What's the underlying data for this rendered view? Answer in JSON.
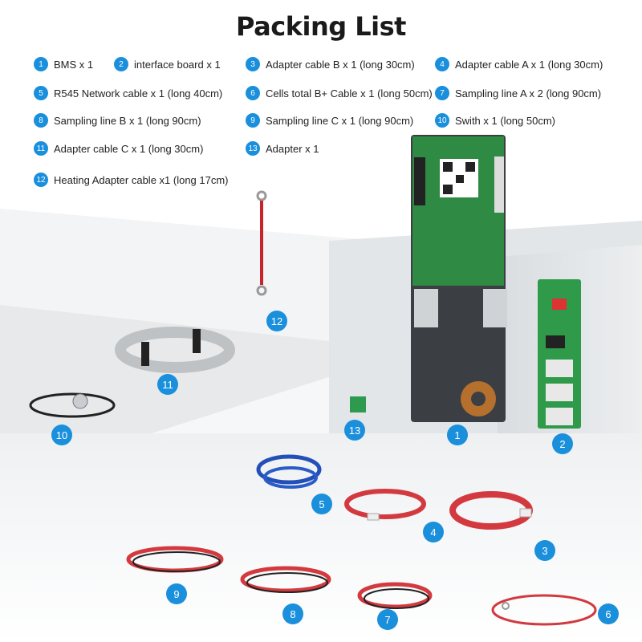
{
  "title": "Packing List",
  "accent": "#1a8fdc",
  "items": [
    {
      "num": "1",
      "label": "BMS x 1"
    },
    {
      "num": "2",
      "label": "interface board  x 1"
    },
    {
      "num": "3",
      "label": "Adapter cable B x 1 (long 30cm)"
    },
    {
      "num": "4",
      "label": "Adapter cable A x 1 (long 30cm)"
    },
    {
      "num": "5",
      "label": "R545 Network cable x 1 (long 40cm)"
    },
    {
      "num": "6",
      "label": "Cells total B+ Cable x 1 (long 50cm)"
    },
    {
      "num": "7",
      "label": "Sampling line A x 2 (long 90cm)"
    },
    {
      "num": "8",
      "label": "Sampling line B x 1 (long 90cm)"
    },
    {
      "num": "9",
      "label": "Sampling line C x 1 (long 90cm)"
    },
    {
      "num": "10",
      "label": "Swith x 1 (long 50cm)"
    },
    {
      "num": "11",
      "label": "Adapter cable C x 1 (long 30cm)"
    },
    {
      "num": "13",
      "label": "Adapter x 1"
    },
    {
      "num": "12",
      "label": "Heating Adapter cable x1  (long 17cm)"
    }
  ],
  "callouts": [
    "1",
    "2",
    "3",
    "4",
    "5",
    "6",
    "7",
    "8",
    "9",
    "10",
    "11",
    "12",
    "13"
  ]
}
